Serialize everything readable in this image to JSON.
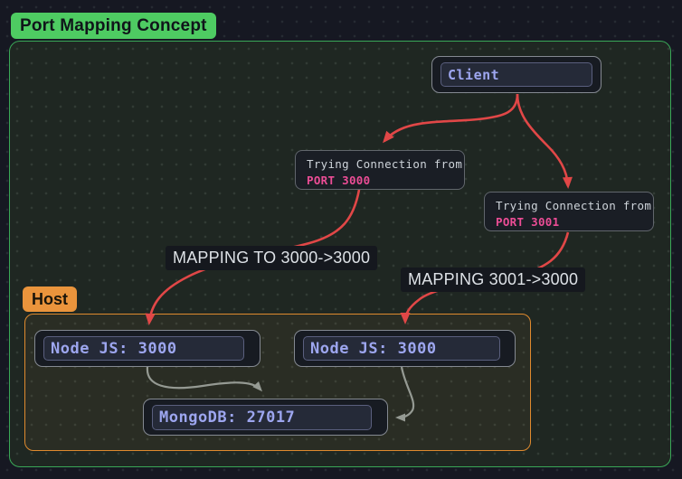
{
  "title": "Port Mapping Concept",
  "client": {
    "label": "Client"
  },
  "connections": [
    {
      "intro": "Trying Connection from",
      "port": "PORT 3000"
    },
    {
      "intro": "Trying Connection from",
      "port": "PORT 3001"
    }
  ],
  "mappings": [
    {
      "label": "MAPPING TO 3000->3000"
    },
    {
      "label": "MAPPING 3001->3000"
    }
  ],
  "host": {
    "label": "Host",
    "nodes": [
      {
        "label": "Node JS: 3000"
      },
      {
        "label": "Node JS: 3000"
      }
    ],
    "database": {
      "label": "MongoDB: 27017"
    }
  },
  "colors": {
    "arrow_red": "#e14747",
    "arrow_gray": "#959a93",
    "badge_green": "#4ecb62",
    "badge_orange": "#ea943c",
    "port_pink": "#ec4d96",
    "field_text_purple": "#9da6ef",
    "canvas_border_green": "#3aa757",
    "host_border_orange": "#df8a2e"
  }
}
